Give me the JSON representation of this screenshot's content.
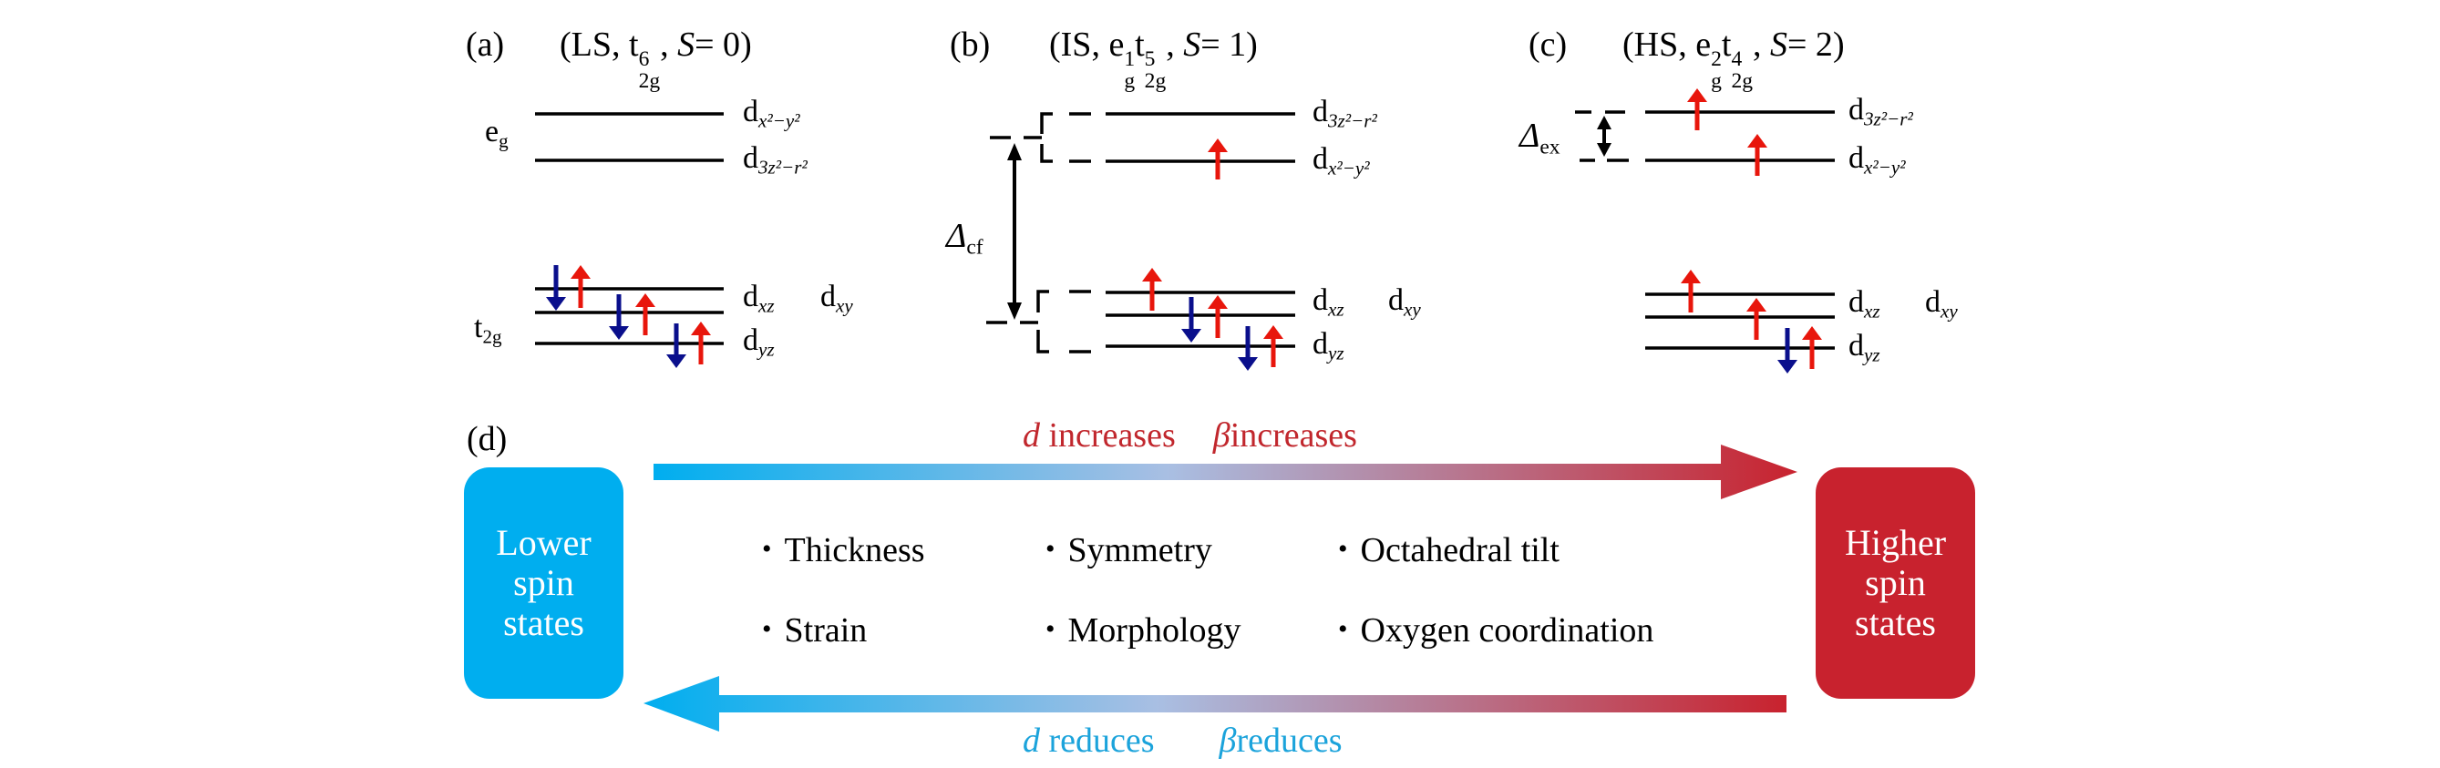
{
  "colors": {
    "spin_up": "#e8160c",
    "spin_down": "#0a0f8c",
    "level_line": "#000000",
    "low_spin_box": "#00aeef",
    "high_spin_box": "#c8222e",
    "increase_text": "#c1272d",
    "reduce_text": "#1ba3db",
    "gradient_blue": "#00aeef",
    "gradient_mid": "#a9bfe3",
    "gradient_red": "#c8222e"
  },
  "panels": {
    "a": {
      "tag": "(a)",
      "title": {
        "state": "LS",
        "config_main": "t",
        "config_sup": "6",
        "config_sub": "2g",
        "spin_var": "S",
        "spin_value": "= 0"
      },
      "group_labels": {
        "eg_main": "e",
        "eg_sub": "g",
        "t2g_main": "t",
        "t2g_sub": "2g"
      },
      "levels": {
        "top1": {
          "main": "d",
          "sub": "x²−y²"
        },
        "top2": {
          "main": "d",
          "sub": "3z²−r²"
        },
        "low1a": {
          "main": "d",
          "sub": "xz"
        },
        "low1b": {
          "main": "d",
          "sub": "xy"
        },
        "low3": {
          "main": "d",
          "sub": "yz"
        }
      },
      "electrons": {
        "up": 3,
        "down": 3
      }
    },
    "b": {
      "tag": "(b)",
      "title": {
        "state": "IS",
        "eg_main": "e",
        "eg_sup": "1",
        "eg_sub": "g",
        "t_main": "t",
        "t_sup": "5",
        "t_sub": "2g",
        "spin_var": "S",
        "spin_value": "= 1"
      },
      "delta_label": {
        "main": "Δ",
        "sub": "cf"
      },
      "levels": {
        "top1": {
          "main": "d",
          "sub": "3z²−r²"
        },
        "top2": {
          "main": "d",
          "sub": "x²−y²"
        },
        "low1a": {
          "main": "d",
          "sub": "xz"
        },
        "low1b": {
          "main": "d",
          "sub": "xy"
        },
        "low3": {
          "main": "d",
          "sub": "yz"
        }
      },
      "electrons": {
        "up": 4,
        "down": 2
      }
    },
    "c": {
      "tag": "(c)",
      "title": {
        "state": "HS",
        "eg_main": "e",
        "eg_sup": "2",
        "eg_sub": "g",
        "t_main": "t",
        "t_sup": "4",
        "t_sub": "2g",
        "spin_var": "S",
        "spin_value": "= 2"
      },
      "delta_label": {
        "main": "Δ",
        "sub": "ex"
      },
      "levels": {
        "top1": {
          "main": "d",
          "sub": "3z²−r²"
        },
        "top2": {
          "main": "d",
          "sub": "x²−y²"
        },
        "low1a": {
          "main": "d",
          "sub": "xz"
        },
        "low1b": {
          "main": "d",
          "sub": "xy"
        },
        "low3": {
          "main": "d",
          "sub": "yz"
        }
      },
      "electrons": {
        "up": 5,
        "down": 1
      }
    },
    "d": {
      "tag": "(d)",
      "low_box": [
        "Lower",
        "spin",
        "states"
      ],
      "high_box": [
        "Higher",
        "spin",
        "states"
      ],
      "increase_labels": {
        "d_var": "d",
        "d_text": "increases",
        "beta_var": "β",
        "beta_text": "increases"
      },
      "reduce_labels": {
        "d_var": "d",
        "d_text": "reduces",
        "beta_var": "β",
        "beta_text": "reduces"
      },
      "bullet_symbol": "•",
      "factors": [
        "Thickness",
        "Symmetry",
        "Octahedral tilt",
        "Strain",
        "Morphology",
        "Oxygen coordination"
      ]
    }
  }
}
